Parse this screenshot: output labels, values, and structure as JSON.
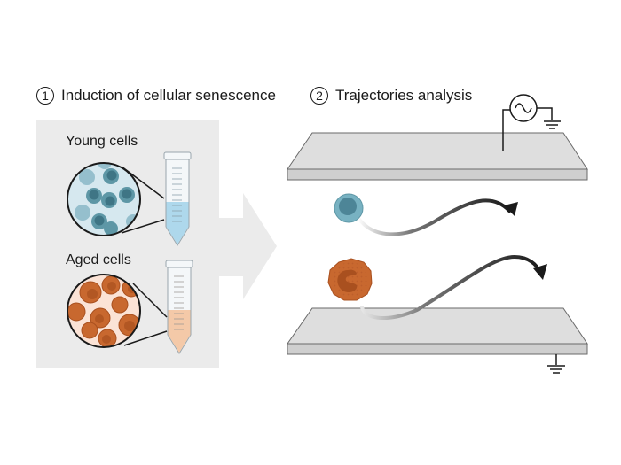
{
  "steps": [
    {
      "number": "1",
      "label": "Induction of cellular senescence"
    },
    {
      "number": "2",
      "label": "Trajectories analysis"
    }
  ],
  "groups": {
    "young": {
      "label": "Young cells",
      "cell_color": "#5e97a6",
      "nucleus_color": "#3f7585",
      "media_color": "#aed8ec"
    },
    "aged": {
      "label": "Aged cells",
      "cell_color": "#c8682f",
      "nucleus_color": "#a9501f",
      "media_color": "#f4c9a8"
    }
  },
  "colors": {
    "panel_bg": "#ebebeb",
    "plate_top": "#dedede",
    "plate_side": "#cfcfcf",
    "outline": "#1a1a1a"
  },
  "icons": {
    "ac_source": "ac-voltage-source-icon",
    "ground": "ground-icon"
  }
}
